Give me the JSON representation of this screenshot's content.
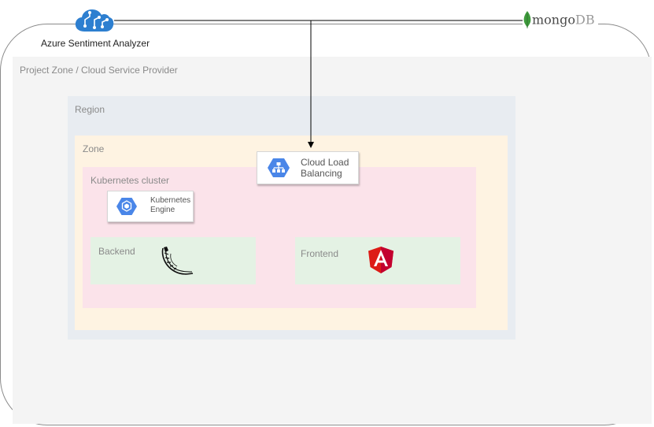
{
  "external": {
    "azure_label": "Azure Sentiment Analyzer",
    "mongodb_word_mongo": "mongo",
    "mongodb_word_db": "DB"
  },
  "zones": {
    "project": "Project Zone / Cloud Service Provider",
    "region": "Region",
    "zone": "Zone",
    "kubernetes_cluster": "Kubernetes cluster"
  },
  "services": {
    "load_balancer_line1": "Cloud Load",
    "load_balancer_line2": "Balancing",
    "gke_line1": "Kubernetes",
    "gke_line2": "Engine"
  },
  "apps": {
    "backend": "Backend",
    "frontend": "Frontend"
  },
  "icons": {
    "azure": "azure-cognitive-brain-icon",
    "mongodb": "mongodb-leaf-icon",
    "load_balancer": "cloud-load-balancing-icon",
    "gke": "kubernetes-engine-icon",
    "flask": "flask-horn-icon",
    "angular": "angular-shield-icon"
  },
  "colors": {
    "gcp_blue": "#4a86e8",
    "azure_blue": "#2d7fd0",
    "angular_red": "#dd1b16",
    "mongo_green": "#3f9b3d"
  }
}
